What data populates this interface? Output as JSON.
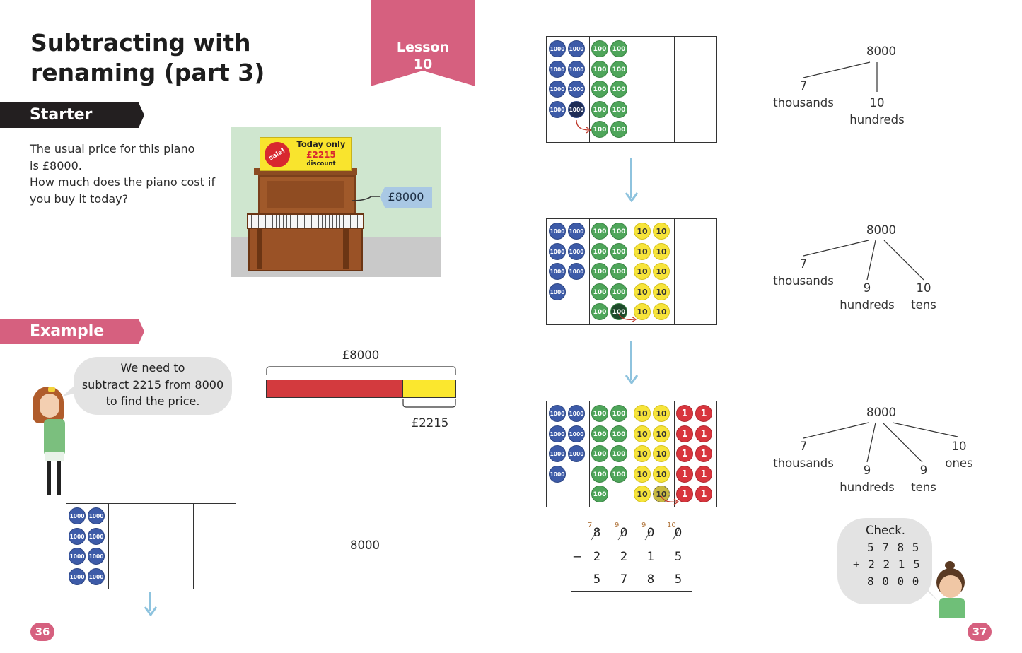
{
  "title": "Subtracting with renaming (part 3)",
  "lesson": {
    "label": "Lesson",
    "number": "10"
  },
  "starter": {
    "label": "Starter",
    "text_lines": [
      "The usual price for this piano",
      "is £8000.",
      "How much does the piano cost if",
      "you buy it today?"
    ],
    "sign_sale": "sale!",
    "sign_line1": "Today only",
    "sign_line2": "£2215",
    "sign_line3": "discount",
    "price_tag": "£8000"
  },
  "example": {
    "label": "Example",
    "speech_lines": [
      "We need to",
      "subtract 2215 from 8000",
      "to find the price."
    ],
    "bar_total": "£8000",
    "bar_part": "£2215",
    "table_number": "8000"
  },
  "coins": {
    "thousand": "1000",
    "hundred": "100",
    "ten": "10",
    "one": "1"
  },
  "trees": [
    {
      "root": "8000",
      "a_num": "7",
      "a_lbl": "thousands",
      "b_num": "10",
      "b_lbl": "hundreds"
    },
    {
      "root": "8000",
      "a_num": "7",
      "a_lbl": "thousands",
      "b_num": "9",
      "b_lbl": "hundreds",
      "c_num": "10",
      "c_lbl": "tens"
    },
    {
      "root": "8000",
      "a_num": "7",
      "a_lbl": "thousands",
      "b_num": "9",
      "b_lbl": "hundreds",
      "c_num": "9",
      "c_lbl": "tens",
      "d_num": "10",
      "d_lbl": "ones"
    }
  ],
  "subtraction": {
    "carries": [
      "7",
      "9",
      "9",
      "10"
    ],
    "top": [
      "8",
      "0",
      "0",
      "0"
    ],
    "minus": "−",
    "second": [
      "2",
      "2",
      "1",
      "5"
    ],
    "result": [
      "5",
      "7",
      "8",
      "5"
    ]
  },
  "check": {
    "label": "Check.",
    "line1": "5 7 8 5",
    "line2": "+ 2 2 1 5",
    "line3": "8 0 0 0"
  },
  "pages": {
    "left": "36",
    "right": "37"
  },
  "colors": {
    "pink": "#d6607f",
    "dark": "#231f20",
    "bar_red": "#d33a3e",
    "bar_yellow": "#fbe72e",
    "arrow": "#8ec3de"
  }
}
